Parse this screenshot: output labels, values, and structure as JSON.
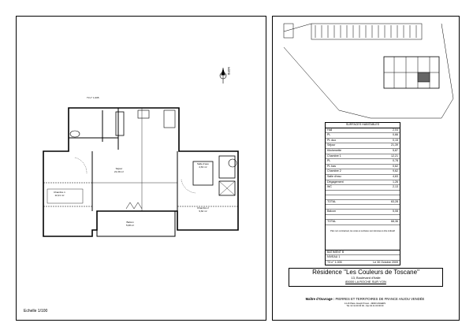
{
  "plan": {
    "unit_label": "T3 n° 1.005",
    "scale": "Echelle 1/100",
    "north": "NORD",
    "rooms": [
      {
        "name": "Séjour",
        "area": "21,39 m²"
      },
      {
        "name": "Chambre 1",
        "area": "12,21 m²"
      },
      {
        "name": "Chambre 2",
        "area": "9,62 m²"
      },
      {
        "name": "Salle d'eau",
        "area": "4,63 m²"
      },
      {
        "name": "Balcon",
        "area": "5,08 m²"
      }
    ]
  },
  "surfaces": {
    "header": "SURFACES HABITABLES",
    "rows": [
      {
        "label": "Hall",
        "value": "2,04"
      },
      {
        "label": "PL",
        "value": "0,66"
      },
      {
        "label": "PL duo",
        "value": "0,15"
      },
      {
        "label": "Séjour",
        "value": "21,39"
      },
      {
        "label": "Kitchenette",
        "value": "5,87"
      },
      {
        "label": "Chambre 1",
        "value": "12,21"
      },
      {
        "label": "PL",
        "value": "0,78"
      },
      {
        "label": "PL bas",
        "value": "0,62"
      },
      {
        "label": "Chambre 2",
        "value": "9,62"
      },
      {
        "label": "Salle d'eau",
        "value": "4,63"
      },
      {
        "label": "Dégagement",
        "value": "1,26"
      },
      {
        "label": "WC",
        "value": "2,13"
      }
    ],
    "total1": {
      "label": "TOTAL",
      "value": "63,28"
    },
    "balcon": {
      "label": "Balcon",
      "value": "5,08"
    },
    "total2": {
      "label": "TOTAL",
      "value": "68,36"
    },
    "note": "Plan non contractuel, les cotes et surfaces sont données à titre indicatif",
    "batiment": "BATIMENT B",
    "niveau": "NIVEAU 1",
    "lot": "T3 n° 1.005",
    "date": "Le 30 Octobre 2009"
  },
  "title": {
    "residence": "Résidence \"Les Couleurs de Toscane\"",
    "address": "13, Boulevard d'Italie",
    "city": "85000 LA ROCHE SUR YON"
  },
  "maitre": {
    "label": "Maître d'Ouvrage :",
    "name": "PIERRES ET TERRITOIRES DE FRANCE ANJOU VENDÉE",
    "contact1": "14-16 Place Joseph Proust - 49000 ANGERS",
    "contact2": "Tél. 02 41 00 00 00 - Fax 02 41 00 00 00"
  }
}
